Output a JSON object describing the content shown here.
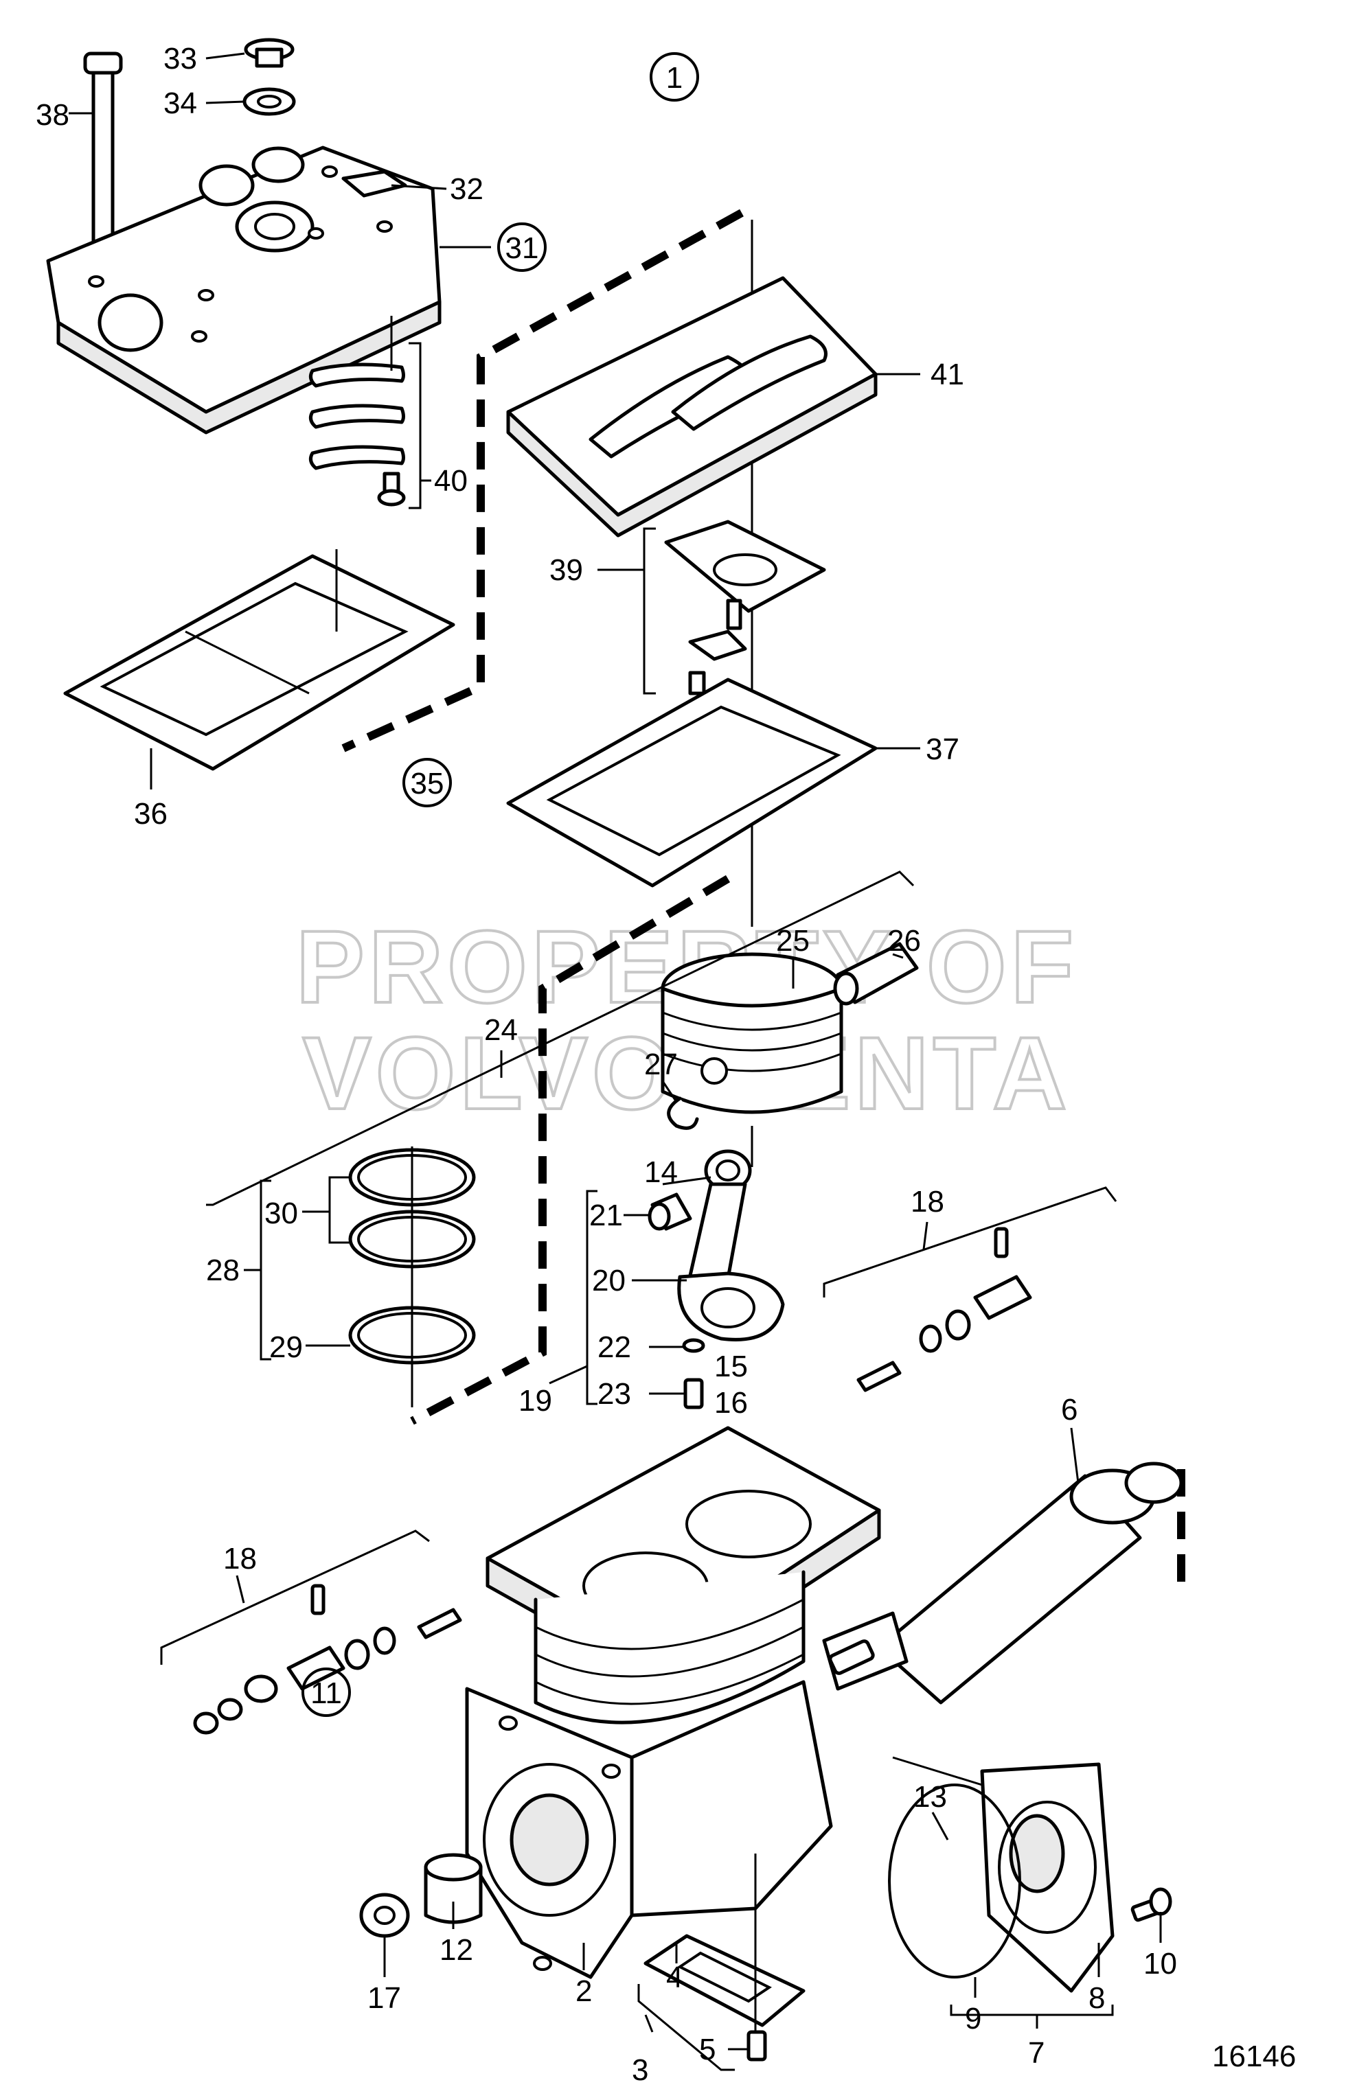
{
  "drawing_number": "16146",
  "watermark": [
    "PROPERTY OF",
    "VOLVO PENTA"
  ],
  "callouts": {
    "c1": "1",
    "c2": "2",
    "c3": "3",
    "c4": "4",
    "c5": "5",
    "c6": "6",
    "c7": "7",
    "c8": "8",
    "c9": "9",
    "c10": "10",
    "c11": "11",
    "c12": "12",
    "c13": "13",
    "c14": "14",
    "c15": "15",
    "c16": "16",
    "c17": "17",
    "c18a": "18",
    "c18b": "18",
    "c19": "19",
    "c20": "20",
    "c21": "21",
    "c22": "22",
    "c23": "23",
    "c24": "24",
    "c25": "25",
    "c26": "26",
    "c27": "27",
    "c28": "28",
    "c29": "29",
    "c30": "30",
    "c31": "31",
    "c32": "32",
    "c33": "33",
    "c34": "34",
    "c35": "35",
    "c36": "36",
    "c37": "37",
    "c38": "38",
    "c39": "39",
    "c40": "40",
    "c41": "41"
  }
}
